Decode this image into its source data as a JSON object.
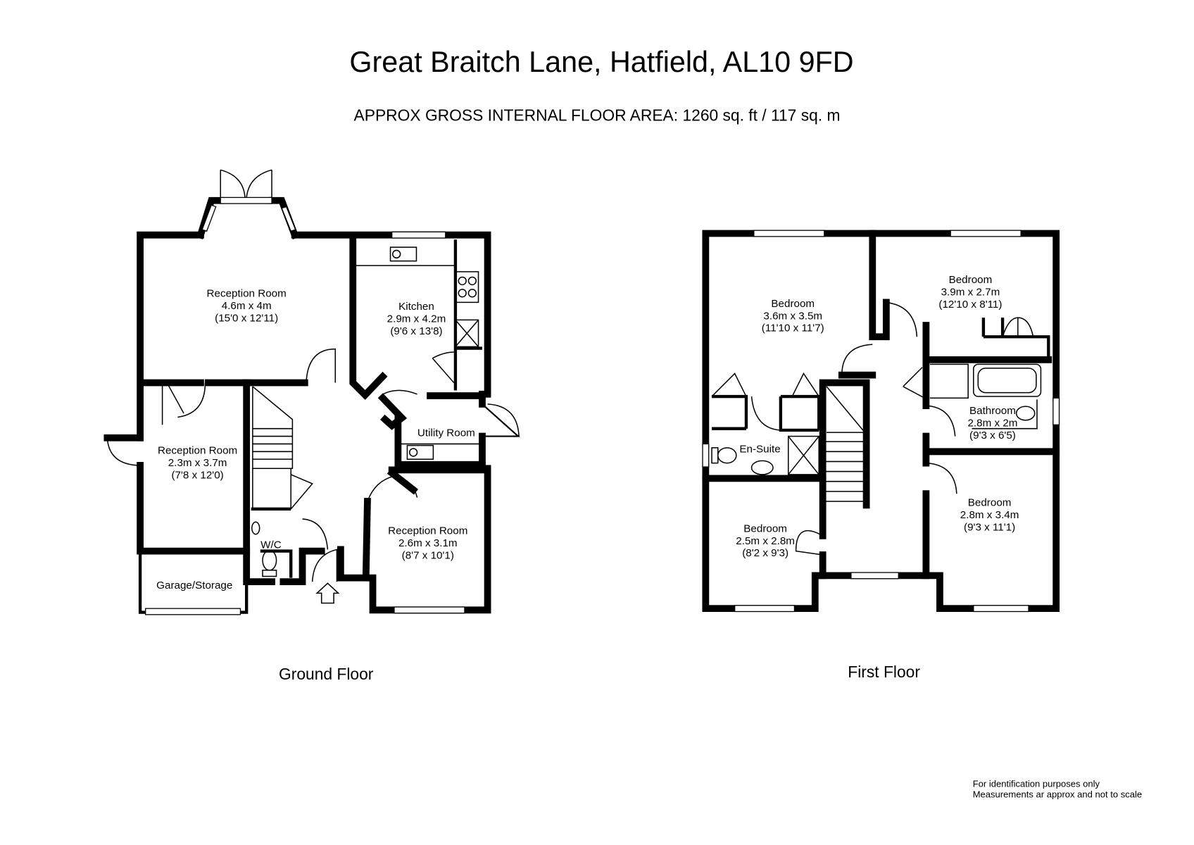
{
  "title": "Great Braitch Lane, Hatfield, AL10 9FD",
  "subtitle": "APPROX GROSS INTERNAL FLOOR AREA:  1260 sq. ft / 117 sq. m",
  "ground_floor": {
    "label": "Ground Floor",
    "rooms": [
      {
        "name": "Reception Room",
        "metric": "4.6m x 4m",
        "imperial": "(15'0 x 12'11)"
      },
      {
        "name": "Kitchen",
        "metric": "2.9m x 4.2m",
        "imperial": "(9'6 x 13'8)"
      },
      {
        "name": "Utility Room"
      },
      {
        "name": "Reception Room",
        "metric": "2.3m x 3.7m",
        "imperial": "(7'8 x 12'0)"
      },
      {
        "name": "Reception Room",
        "metric": "2.6m x 3.1m",
        "imperial": "(8'7 x 10'1)"
      },
      {
        "name": "W/C"
      },
      {
        "name": "Garage/Storage"
      }
    ]
  },
  "first_floor": {
    "label": "First Floor",
    "rooms": [
      {
        "name": "Bedroom",
        "metric": "3.6m x 3.5m",
        "imperial": "(11'10 x 11'7)"
      },
      {
        "name": "Bedroom",
        "metric": "3.9m x 2.7m",
        "imperial": "(12'10 x 8'11)"
      },
      {
        "name": "Bathroom",
        "metric": "2.8m x 2m",
        "imperial": "(9'3 x 6'5)"
      },
      {
        "name": "En-Suite"
      },
      {
        "name": "Bedroom",
        "metric": "2.5m x 2.8m",
        "imperial": "(8'2 x 9'3)"
      },
      {
        "name": "Bedroom",
        "metric": "2.8m x 3.4m",
        "imperial": "(9'3 x 11'1)"
      }
    ]
  },
  "disclaimer": [
    "For identification purposes only",
    "Measurements ar approx and not to scale"
  ]
}
